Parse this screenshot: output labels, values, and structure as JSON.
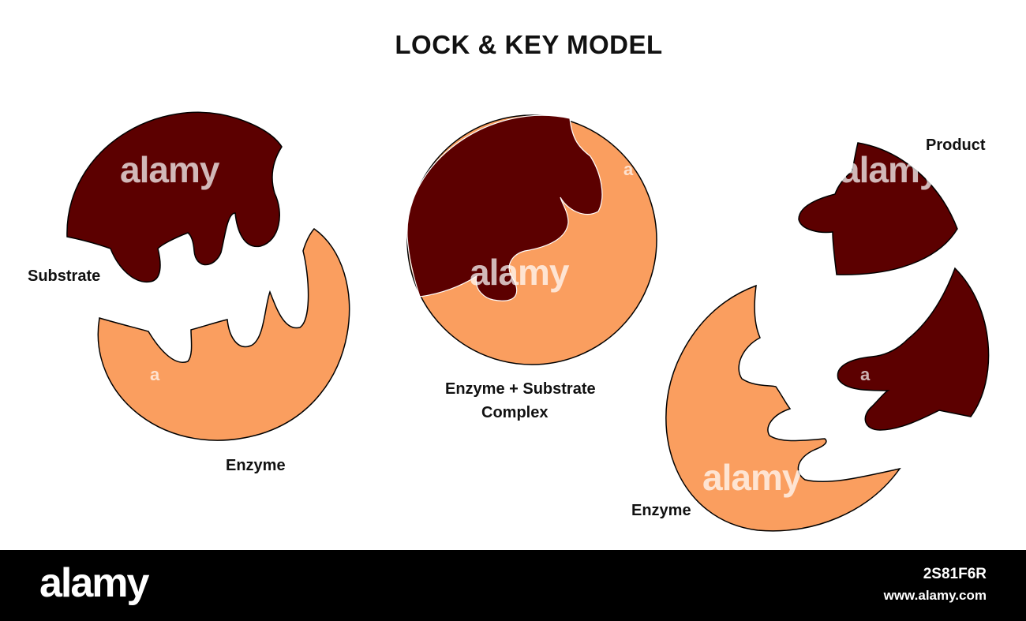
{
  "title": "LOCK & KEY MODEL",
  "labels": {
    "substrate": "Substrate",
    "enzyme_left": "Enzyme",
    "complex_line1": "Enzyme + Substrate",
    "complex_line2": "Complex",
    "product": "Product",
    "enzyme_right": "Enzyme"
  },
  "colors": {
    "substrate_fill": "#5c0000",
    "enzyme_fill": "#fa9e5f",
    "outline": "#000000",
    "footer_bg": "#000000"
  },
  "watermark": {
    "text": "alamy",
    "small_text": "a"
  },
  "footer": {
    "logo": "alamy",
    "image_id": "2S81F6R",
    "site": "www.alamy.com"
  }
}
